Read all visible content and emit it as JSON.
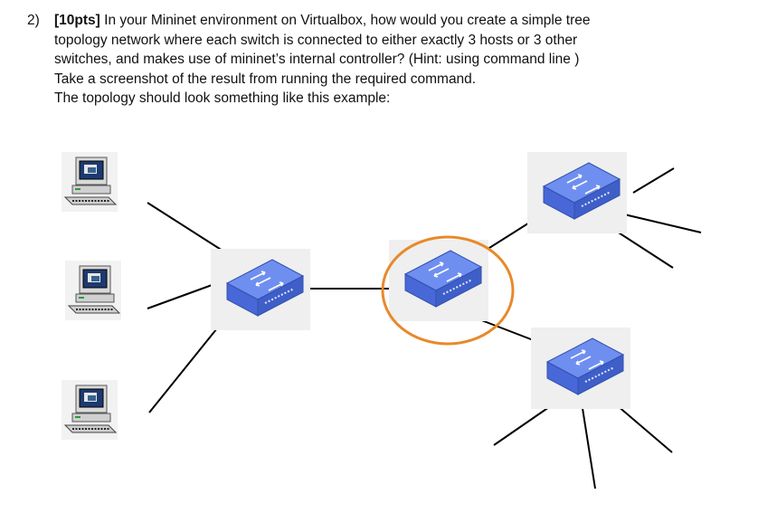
{
  "question": {
    "number": "2)",
    "points": "[10pts]",
    "lines": [
      "In your Mininet environment on Virtualbox, how would you create a simple tree",
      "topology network where each switch is connected to either exactly 3 hosts or 3 other",
      "switches, and makes use of mininet’s internal controller? (Hint: using command line )",
      "Take a screenshot of the result from running the required command.",
      "The topology should look something like this example:"
    ]
  },
  "diagram": {
    "hosts": [
      {
        "icon": "computer-host-icon"
      },
      {
        "icon": "computer-host-icon"
      },
      {
        "icon": "computer-host-icon"
      }
    ],
    "switches": [
      {
        "icon": "network-switch-icon",
        "role": "edge"
      },
      {
        "icon": "network-switch-icon",
        "role": "root",
        "highlighted": true
      },
      {
        "icon": "network-switch-icon",
        "role": "edge"
      },
      {
        "icon": "network-switch-icon",
        "role": "edge"
      }
    ],
    "colors": {
      "switch_top": "#6f8ff0",
      "switch_side": "#3f5fc8",
      "highlight_ring": "#e8892a",
      "link": "#000000"
    }
  }
}
